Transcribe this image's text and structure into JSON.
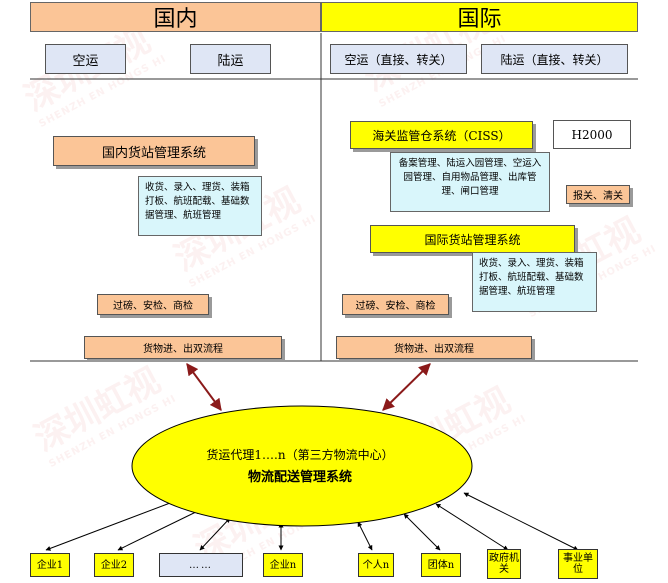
{
  "header": {
    "domestic": "国内",
    "international": "国际"
  },
  "domestic": {
    "air": "空运",
    "land": "陆运",
    "cargo_system": "国内货站管理系统",
    "cargo_note": "收货、录入、理货、装箱打板、航班配载、基础数据管理、航班管理",
    "inspection": "过磅、安检、商检",
    "flow": "货物进、出双流程"
  },
  "international": {
    "air": "空运（直接、转关）",
    "land": "陆运（直接、转关）",
    "customs_system": "海关监管仓系统（CISS）",
    "h2000": "H2000",
    "customs_note": "备案管理、陆运入园管理、空运入园管理、自用物品管理、出库管理、闸口管理",
    "declare": "报关、清关",
    "cargo_system": "国际货站管理系统",
    "cargo_note": "收货、录入、理货、装箱打板、航班配载、基础数据管理、航班管理",
    "inspection": "过磅、安检、商检",
    "flow": "货物进、出双流程"
  },
  "center": {
    "line1": "货运代理1….n（第三方物流中心）",
    "line2": "物流配送管理系统"
  },
  "leaves": [
    "企业1",
    "企业2",
    "……",
    "企业n",
    "个人n",
    "团体n",
    "政府机关",
    "事业单位"
  ],
  "watermark": {
    "cn": "深圳虹视",
    "en": "SHENZH EN HONGS HI"
  },
  "colors": {
    "peach": "#fbc597",
    "yellow": "#ffff00",
    "ellipse": "#ffff00",
    "arrow_red": "#8b1a1a",
    "arrow_black": "#000000"
  }
}
